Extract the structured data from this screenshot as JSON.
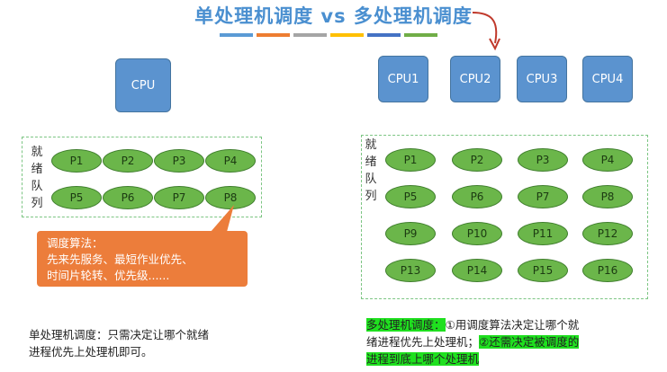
{
  "title": "单处理机调度 vs 多处理机调度",
  "stripes": [
    "#5b9bd5",
    "#ed7d31",
    "#a5a5a5",
    "#ffc000",
    "#4472c4",
    "#70ad47"
  ],
  "single": {
    "cpu": "CPU",
    "queue_label": [
      "就",
      "绪",
      "队",
      "列"
    ],
    "processes": [
      "P1",
      "P2",
      "P3",
      "P4",
      "P5",
      "P6",
      "P7",
      "P8"
    ],
    "callout": {
      "title": "调度算法：",
      "line1": "先来先服务、最短作业优先、",
      "line2": "时间片轮转、优先级......"
    },
    "note": {
      "line1": "单处理机调度：只需决定让哪个就绪",
      "line2": "进程优先上处理机即可。"
    }
  },
  "multi": {
    "cpus": [
      "CPU1",
      "CPU2",
      "CPU3",
      "CPU4"
    ],
    "queue_label": [
      "就",
      "绪",
      "队",
      "列"
    ],
    "processes": [
      "P1",
      "P2",
      "P3",
      "P4",
      "P5",
      "P6",
      "P7",
      "P8",
      "P9",
      "P10",
      "P11",
      "P12",
      "P13",
      "P14",
      "P15",
      "P16"
    ],
    "note": {
      "part1": "多处理机调度：",
      "part2": "①用调度算法决定让哪个就",
      "part3": "绪进程优先上处理机；",
      "part4": "②还需决定被调度的",
      "part5": "进程到底上哪个处理机"
    }
  },
  "arrow_color": "#c0392b"
}
